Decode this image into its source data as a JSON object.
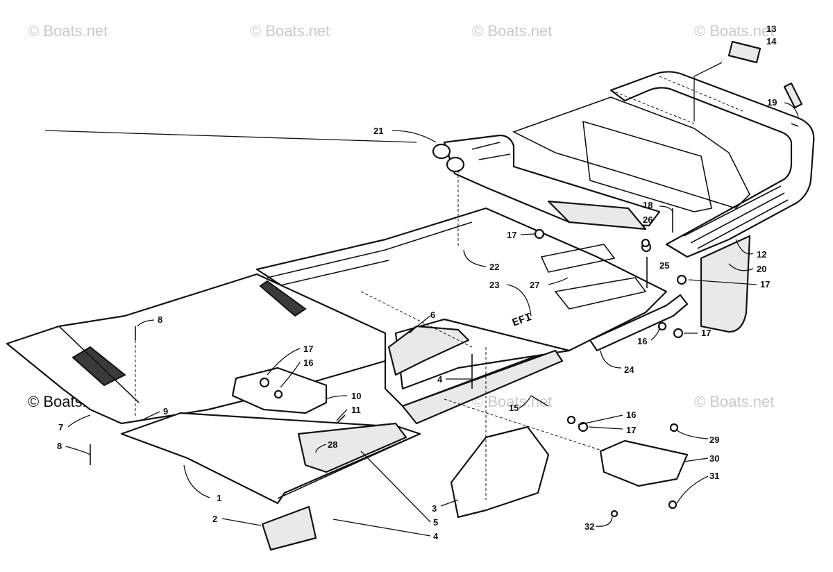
{
  "watermarks": [
    "© Boats.net",
    "© Boats.net",
    "© Boats.net",
    "© Boats.net",
    "© Boats.net",
    "© Boats.net",
    "© Boats.net"
  ],
  "emblem": "EFI",
  "callouts": {
    "c1": "1",
    "c2": "2",
    "c3": "3",
    "c4a": "4",
    "c4b": "4",
    "c5": "5",
    "c6": "6",
    "c7": "7",
    "c8a": "8",
    "c8b": "8",
    "c9": "9",
    "c10": "10",
    "c11": "11",
    "c12": "12",
    "c13": "13",
    "c14": "14",
    "c15": "15",
    "c16a": "16",
    "c16b": "16",
    "c16c": "16",
    "c17a": "17",
    "c17b": "17",
    "c17c": "17",
    "c17d": "17",
    "c17e": "17",
    "c18": "18",
    "c19": "19",
    "c20": "20",
    "c21": "21",
    "c22": "22",
    "c23": "23",
    "c24": "24",
    "c25": "25",
    "c26": "26",
    "c27": "27",
    "c28": "28",
    "c29": "29",
    "c30": "30",
    "c31": "31",
    "c32": "32"
  }
}
